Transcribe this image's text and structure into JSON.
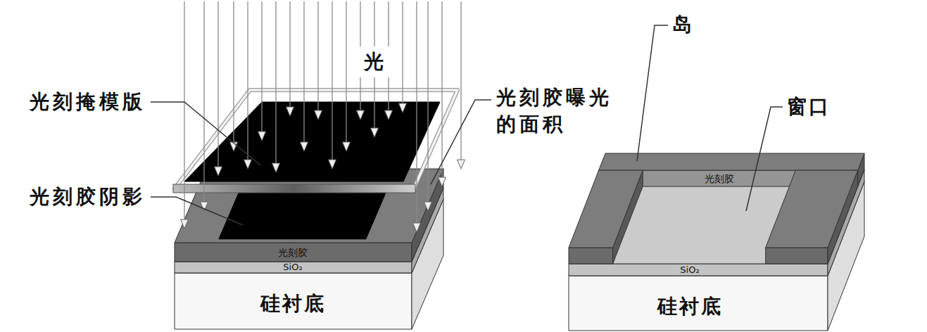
{
  "diagram": {
    "nodes": [
      {
        "text": [
          "光"
        ]
      }
    ],
    "labels": [
      "光刻掩模版",
      "光刻胶曝光 的面积",
      "光刻胶阴影",
      "光刻胶",
      "SiO₂",
      "硅衬底",
      "岛",
      "窗口",
      "光刻胶",
      "SiO₂",
      "硅衬底"
    ]
  }
}
